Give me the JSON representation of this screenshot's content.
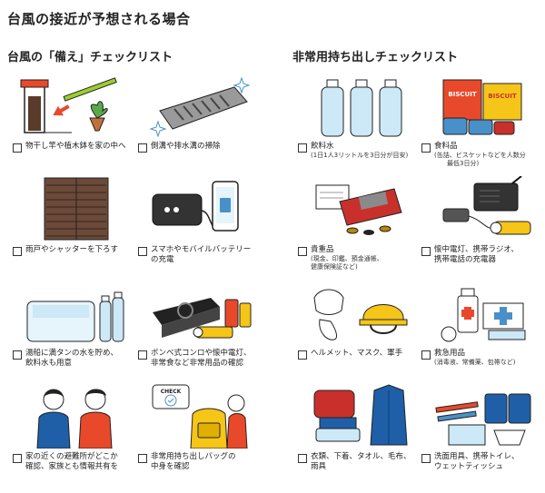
{
  "page_title": "台風の接近が予想される場合",
  "sections": {
    "left_title": "台風の「備え」チェックリスト",
    "right_title": "非常用持ち出しチェックリスト"
  },
  "left_items": [
    {
      "label": "物干し竿や植木鉢を家の中へ"
    },
    {
      "label": "側溝や排水溝の掃除"
    },
    {
      "label": "雨戸やシャッターを下ろす"
    },
    {
      "label": "スマホやモバイルバッテリーの充電",
      "line1": "スマホやモバイルバッテリー",
      "line2": "の充電"
    },
    {
      "label": "湯船に満タンの水を貯め、飲料水も用意",
      "line1": "湯船に満タンの水を貯め、",
      "line2": "飲料水も用意"
    },
    {
      "label": "ボンベ式コンロや懐中電灯、非常食など非常用品の確認",
      "line1": "ボンベ式コンロや懐中電灯、",
      "line2": "非常食など非常用品の確認"
    },
    {
      "label": "家の近くの避難所がどこか確認、家族とも情報共有を",
      "line1": "家の近くの避難所がどこか",
      "line2": "確認、家族とも情報共有を"
    },
    {
      "label": "非常用持ち出しバッグの中身を確認",
      "line1": "非常用持ち出しバッグの",
      "line2": "中身を確認"
    }
  ],
  "right_items": [
    {
      "label": "飲料水",
      "sub": "(1日1人3リットルを3日分が目安)"
    },
    {
      "label": "食料品",
      "sub": "(缶詰、ビスケットなどを人数分",
      "sub2": "最低3日分)"
    },
    {
      "label": "貴重品",
      "sub": "(現金、印鑑、預金通帳、",
      "sub2": "健康保険証など)"
    },
    {
      "label": "懐中電灯、携帯ラジオ、携帯電話の充電器",
      "line1": "懐中電灯、携帯ラジオ、",
      "line2": "携帯電話の充電器"
    },
    {
      "label": "ヘルメット、マスク、軍手"
    },
    {
      "label": "救急用品",
      "sub": "(消毒液、常備薬、包帯など)"
    },
    {
      "label": "衣類、下着、タオル、毛布、雨具",
      "line1": "衣類、下着、タオル、毛布、",
      "line2": "雨具"
    },
    {
      "label": "洗面用具、携帯トイレ、ウェットティッシュ",
      "line1": "洗面用具、携帯トイレ、",
      "line2": "ウェットティッシュ"
    }
  ],
  "illustration_text": {
    "cookie_can_1": "BISCUIT",
    "cookie_can_2": "BISCUIT",
    "check_bubble": "CHECK"
  },
  "colors": {
    "accent_red": "#e8492a",
    "accent_yellow": "#f5c518",
    "water_blue": "#cde8f6",
    "dark_brown": "#5a3a2a"
  }
}
